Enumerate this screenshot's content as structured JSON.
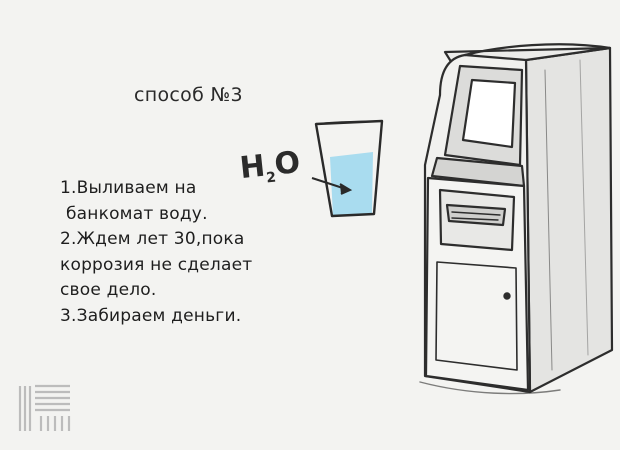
{
  "title": "способ №3",
  "steps": [
    "1.Выливаем на",
    "банкомат воду.",
    "2.Ждем лет 30,пока",
    "коррозия не сделает",
    "свое дело.",
    "3.Забираем деньги."
  ],
  "formula": {
    "main": "H",
    "sub": "2",
    "tail": "O"
  },
  "colors": {
    "water": "#a9dcef",
    "ink": "#2a2a2a",
    "background": "#f3f3f1"
  },
  "icons": [
    "glass-of-water-icon",
    "atm-machine-icon",
    "arrow-icon",
    "watermark-logo"
  ]
}
